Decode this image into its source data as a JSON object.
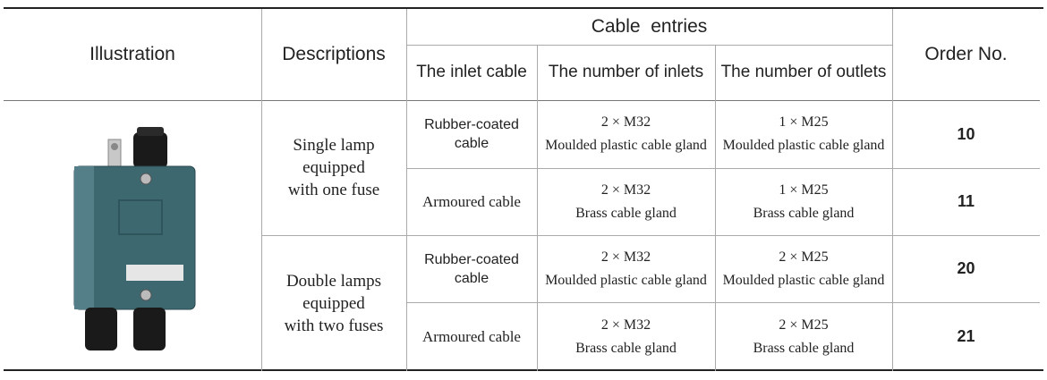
{
  "headers": {
    "illustration": "Illustration",
    "descriptions": "Descriptions",
    "cable_entries": "Cable  entries",
    "inlet_cable": "The inlet cable",
    "num_inlets": "The number of inlets",
    "num_outlets": "The number of outlets",
    "order_no": "Order No."
  },
  "groups": [
    {
      "description": [
        "Single lamp",
        "equipped",
        "with one fuse"
      ],
      "rows": [
        {
          "inlet_cable": [
            "Rubber-coated",
            "cable"
          ],
          "inlets": [
            "2 × M32",
            "Moulded plastic cable gland"
          ],
          "outlets": [
            "1 × M25",
            "Moulded plastic cable gland"
          ],
          "order": "10"
        },
        {
          "inlet_cable": [
            "Armoured cable"
          ],
          "inlets": [
            "2 × M32",
            "Brass cable gland"
          ],
          "outlets": [
            "1 × M25",
            "Brass cable gland"
          ],
          "order": "11"
        }
      ]
    },
    {
      "description": [
        "Double lamps",
        "equipped",
        "with two fuses"
      ],
      "rows": [
        {
          "inlet_cable": [
            "Rubber-coated",
            "cable"
          ],
          "inlets": [
            "2 × M32",
            "Moulded plastic cable gland"
          ],
          "outlets": [
            "2 × M25",
            "Moulded plastic cable gland"
          ],
          "order": "20"
        },
        {
          "inlet_cable": [
            "Armoured cable"
          ],
          "inlets": [
            "2 × M32",
            "Brass cable gland"
          ],
          "outlets": [
            "2 × M25",
            "Brass cable gland"
          ],
          "order": "21"
        }
      ]
    }
  ],
  "colors": {
    "enclosure": "#3d6870",
    "gland": "#1a1a1a",
    "rule": "#222222",
    "grid": "#aaaaaa"
  },
  "icons": [
    "junction-box-illustration"
  ]
}
